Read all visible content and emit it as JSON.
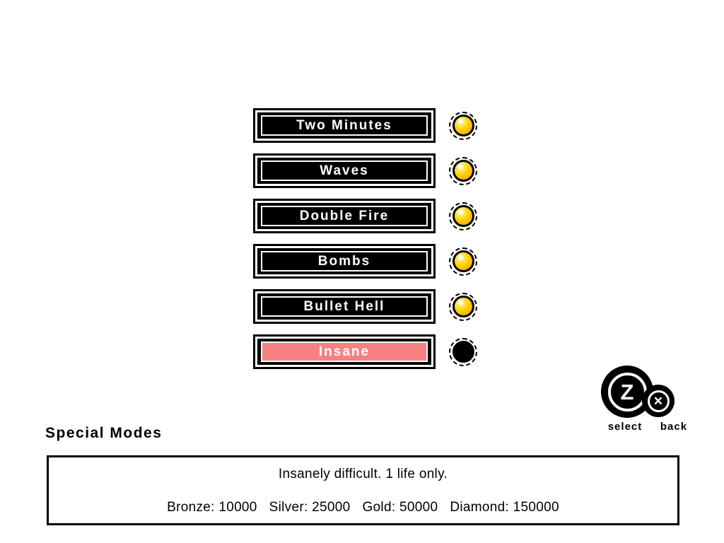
{
  "colors": {
    "background": "#ffffff",
    "button_fill": "#000000",
    "button_text": "#ffffff",
    "selected_fill": "#f58181",
    "medal_gold": "#ffd200",
    "medal_gold_dark": "#e89b00",
    "medal_empty": "#000000"
  },
  "menu": {
    "title": "Special Modes",
    "items": [
      {
        "label": "Two Minutes",
        "medal": "gold",
        "selected": false
      },
      {
        "label": "Waves",
        "medal": "gold",
        "selected": false
      },
      {
        "label": "Double Fire",
        "medal": "gold",
        "selected": false
      },
      {
        "label": "Bombs",
        "medal": "gold",
        "selected": false
      },
      {
        "label": "Bullet Hell",
        "medal": "gold",
        "selected": false
      },
      {
        "label": "Insane",
        "medal": "none",
        "selected": true
      }
    ]
  },
  "info_box": {
    "description": "Insanely difficult. 1 life only.",
    "thresholds": [
      {
        "text": "Bronze: 10000"
      },
      {
        "text": "Silver: 25000"
      },
      {
        "text": "Gold: 50000"
      },
      {
        "text": "Diamond: 150000"
      }
    ]
  },
  "controls": [
    {
      "key": "Z",
      "label": "select"
    },
    {
      "key": "✕",
      "label": "back"
    }
  ]
}
